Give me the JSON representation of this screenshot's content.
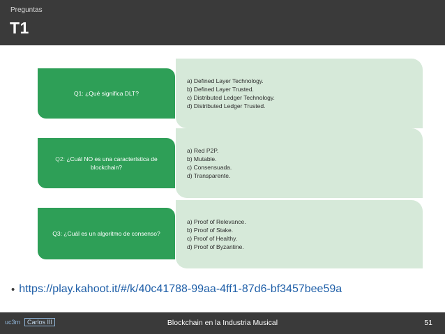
{
  "header": {
    "section": "Preguntas",
    "title": "T1"
  },
  "questions": [
    {
      "prefix": "",
      "text": "Q1: ¿Qué significa DLT?",
      "answers": [
        "a)  Defined Layer Technology.",
        "b)  Defined Layer Trusted.",
        "c)  Distributed Ledger Technology.",
        "d)  Distributed Ledger Trusted."
      ]
    },
    {
      "prefix": "Q2: ",
      "text": "¿Cuál NO es una característica de blockchain?",
      "answers": [
        "a)  Red P2P.",
        "b)  Mutable.",
        "c)  Consensuada.",
        "d)  Transparente."
      ]
    },
    {
      "prefix": "",
      "text": "Q3: ¿Cuál es un algoritmo de consenso?",
      "answers": [
        "a)  Proof of Relevance.",
        "b)  Proof of Stake.",
        "c)  Proof of Healthy.",
        "d)  Proof of Byzantine."
      ]
    }
  ],
  "link": {
    "bullet": "•",
    "url": "https://play.kahoot.it/#/k/40c41788-99aa-4ff1-87d6-bf3457bee59a"
  },
  "footer": {
    "logo_left": "uc3m",
    "logo_main": "Carlos III",
    "text": "Blockchain en la Industria Musical",
    "page": "51"
  },
  "colors": {
    "header_bg": "#3a3a3a",
    "question_bg": "#2e9f57",
    "answers_bg": "#d6e9d9",
    "link": "#1f5fa8"
  }
}
